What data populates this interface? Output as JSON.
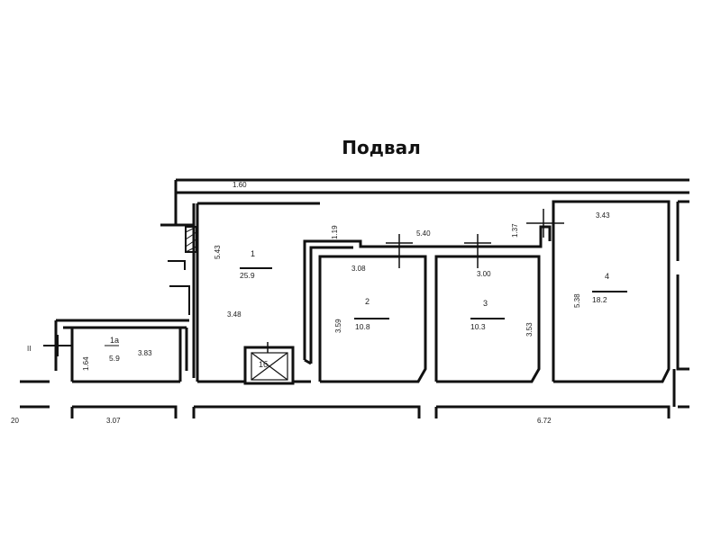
{
  "title": "Подвал",
  "rooms": {
    "r1": {
      "number": "1",
      "area": "25.9"
    },
    "r1a": {
      "number": "1a",
      "area": "5.9"
    },
    "r1b": {
      "number": "1б"
    },
    "r2": {
      "number": "2",
      "area": "10.8"
    },
    "r3": {
      "number": "3",
      "area": "10.3"
    },
    "r4": {
      "number": "4",
      "area": "18.2"
    }
  },
  "dimensions": {
    "d_top_small": "1.60",
    "d_543": "5.43",
    "d_348": "3.48",
    "d_119": "1.19",
    "d_540": "5.40",
    "d_137": "1.37",
    "d_343": "3.43",
    "d_308": "3.08",
    "d_300": "3.00",
    "d_538": "5.38",
    "d_359": "3.59",
    "d_353": "3.53",
    "d_383": "3.83",
    "d_164": "1.64",
    "d_20": "20",
    "d_307": "3.07",
    "d_672": "6.72"
  },
  "markers": {
    "section_ii": "II"
  }
}
